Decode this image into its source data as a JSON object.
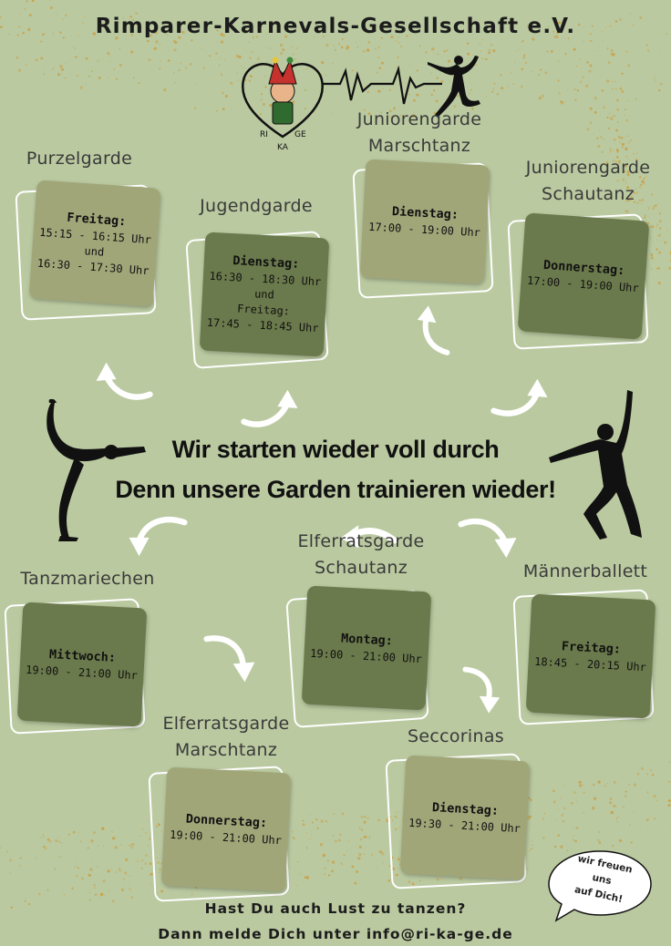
{
  "org_title": "Rimparer-Karnevals-Gesellschaft e.V.",
  "logo": {
    "letters": [
      "RI",
      "KA",
      "GE"
    ],
    "icon": "jester-heart-logo"
  },
  "headline": [
    "Wir starten wieder voll durch",
    "Denn unsere Garden trainieren wieder!"
  ],
  "groups": {
    "purzelgarde": {
      "name": [
        "Purzelgarde"
      ],
      "day": "Freitag:",
      "times": [
        "15:15 - 16:15 Uhr",
        "und",
        "16:30 - 17:30 Uhr"
      ]
    },
    "jugendgarde": {
      "name": [
        "Jugendgarde"
      ],
      "day": "Dienstag:",
      "times": [
        "16:30 - 18:30 Uhr",
        "und",
        "Freitag:",
        "17:45 - 18:45 Uhr"
      ]
    },
    "juniorengarde_marschtanz": {
      "name": [
        "Juniorengarde",
        "Marschtanz"
      ],
      "day": "Dienstag:",
      "times": [
        "17:00 - 19:00 Uhr"
      ]
    },
    "juniorengarde_schautanz": {
      "name": [
        "Juniorengarde",
        "Schautanz"
      ],
      "day": "Donnerstag:",
      "times": [
        "17:00 - 19:00 Uhr"
      ]
    },
    "tanzmariechen": {
      "name": [
        "Tanzmariechen"
      ],
      "day": "Mittwoch:",
      "times": [
        "19:00 - 21:00 Uhr"
      ]
    },
    "elferratsgarde_schautanz": {
      "name": [
        "Elferratsgarde",
        "Schautanz"
      ],
      "day": "Montag:",
      "times": [
        "19:00 - 21:00 Uhr"
      ]
    },
    "maennerballett": {
      "name": [
        "Männerballett"
      ],
      "day": "Freitag:",
      "times": [
        "18:45 - 20:15 Uhr"
      ]
    },
    "elferratsgarde_marschtanz": {
      "name": [
        "Elferratsgarde",
        "Marschtanz"
      ],
      "day": "Donnerstag:",
      "times": [
        "19:00 - 21:00 Uhr"
      ]
    },
    "seccorinas": {
      "name": [
        "Seccorinas"
      ],
      "day": "Dienstag:",
      "times": [
        "19:30 - 21:00 Uhr"
      ]
    }
  },
  "footer": [
    "Hast Du auch Lust zu tanzen?",
    "Dann melde Dich unter info@ri-ka-ge.de"
  ],
  "speech_bubble": [
    "wir freuen",
    "uns",
    "auf Dich!"
  ],
  "colors": {
    "background": "#bac9a0",
    "card_light": "#a1a679",
    "card_dark": "#6b7a4c",
    "glitter": "#c9a24a",
    "frame": "#ffffff"
  }
}
